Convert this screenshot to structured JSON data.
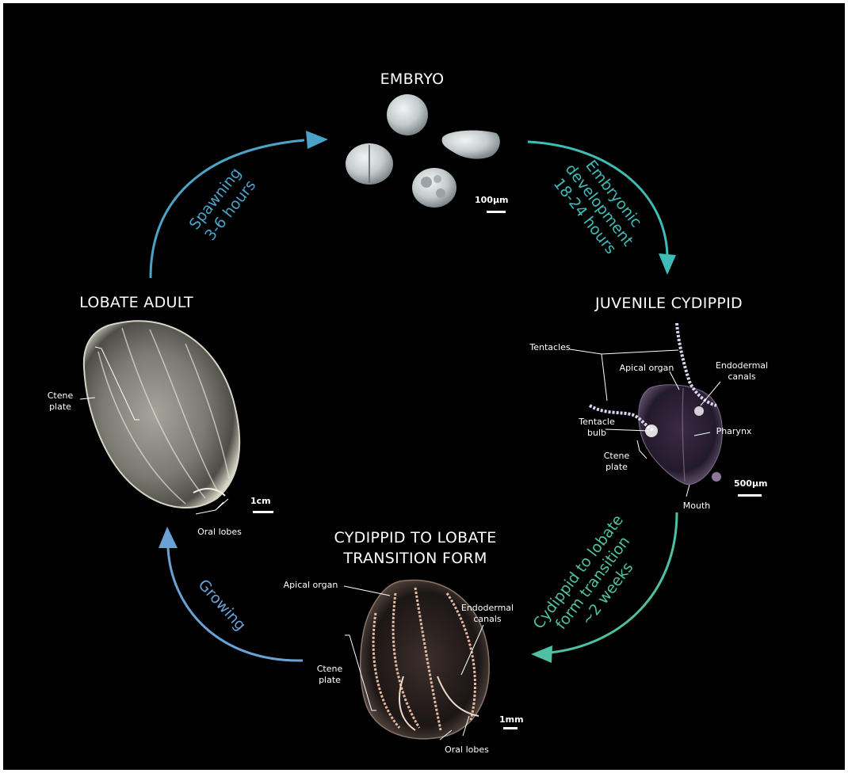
{
  "stages": {
    "embryo": "EMBRYO",
    "juvenile": "JUVENILE CYDIPPID",
    "transition_line1": "CYDIPPID TO LOBATE",
    "transition_line2": "TRANSITION FORM",
    "adult": "LOBATE ADULT"
  },
  "transitions": {
    "spawning": [
      "Spawning",
      "3-6 hours"
    ],
    "embryonic": [
      "Embryonic",
      "development",
      "18-24 hours"
    ],
    "transition": [
      "Cydippid to lobate",
      "form transition",
      "~2 weeks"
    ],
    "growing": [
      "Growing"
    ]
  },
  "labels": {
    "tentacles": "Tentacles",
    "apical_organ": "Apical organ",
    "endodermal_1": "Endodermal",
    "endodermal_2": "canals",
    "tentacle_bulb_1": "Tentacle",
    "tentacle_bulb_2": "bulb",
    "pharynx": "Pharynx",
    "ctene_1": "Ctene",
    "ctene_2": "plate",
    "mouth": "Mouth",
    "oral_lobes": "Oral lobes"
  },
  "scale_bars": {
    "embryo": "100µm",
    "juvenile": "500µm",
    "transition": "1mm",
    "adult": "1cm"
  },
  "colors": {
    "background": "#000000",
    "spawning_arrow": "#4ba3c7",
    "embryonic_arrow": "#3fbcb8",
    "transition_arrow": "#4fc0a3",
    "growing_arrow": "#6aa2d6"
  }
}
